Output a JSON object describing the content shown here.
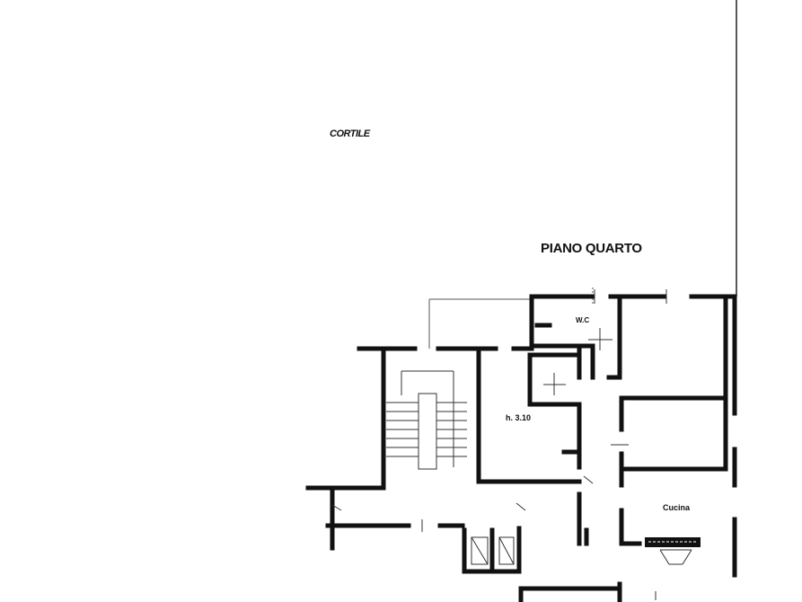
{
  "labels": {
    "courtyard": "CORTILE",
    "floor_title": "PIANO QUARTO",
    "wc": "W.C",
    "height": "h. 3.10",
    "kitchen": "Cucina"
  },
  "colors": {
    "wall": "#111111",
    "thin_line": "#222222",
    "background": "#ffffff"
  }
}
